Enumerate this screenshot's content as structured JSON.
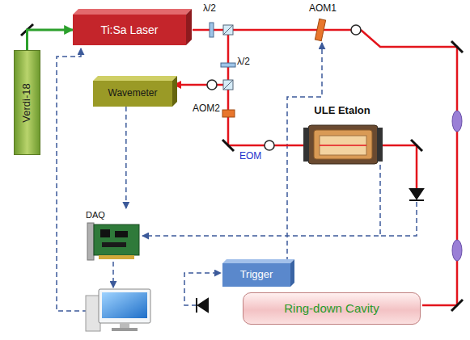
{
  "diagram": {
    "nodes": [
      {
        "text": [
          "Ti:Sa Laser"
        ]
      },
      {
        "text": [
          "Verdi-18"
        ]
      },
      {
        "text": [
          "Wavemeter"
        ]
      },
      {
        "text": [
          "ULE Etalon"
        ]
      },
      {
        "text": [
          "DAQ"
        ]
      },
      {
        "text": [
          "Trigger"
        ]
      },
      {
        "text": [
          "Ring-down Cavity"
        ]
      }
    ],
    "edges": [
      {
        "from": 1,
        "to": 0,
        "arrow": "to"
      },
      {
        "from": 2,
        "to": 4,
        "arrow": "to"
      },
      {
        "from": 3,
        "to": 4,
        "arrow": "to"
      }
    ],
    "labels": [
      "λ/2",
      "λ/2",
      "AOM1",
      "AOM2",
      "EOM"
    ]
  }
}
